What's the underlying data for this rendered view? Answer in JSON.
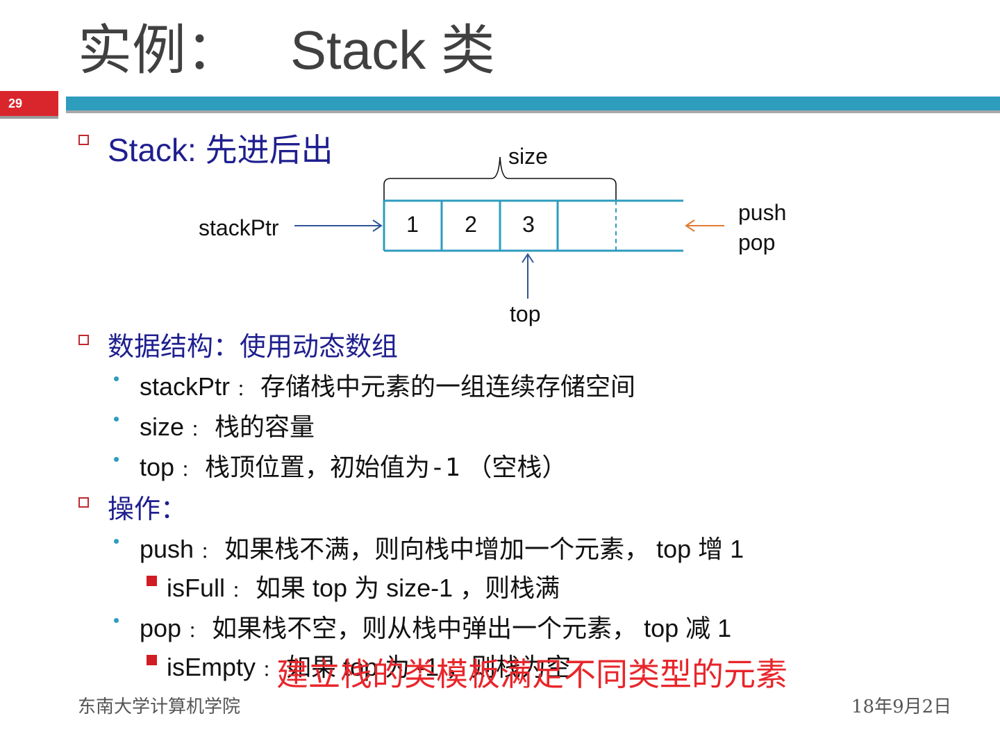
{
  "title": {
    "main": "实例：",
    "sub": "Stack 类"
  },
  "slide_number": "29",
  "heading": "Stack:  先进后出",
  "diagram": {
    "size_label": "size",
    "stackptr_label": "stackPtr",
    "cells": [
      "1",
      "2",
      "3",
      ""
    ],
    "push_label": "push",
    "pop_label": "pop",
    "top_label": "top"
  },
  "section_data": "数据结构：使用动态数组",
  "data_items": [
    {
      "term": "stackPtr ",
      "sep": "：",
      "desc": " 存储栈中元素的一组连续存储空间"
    },
    {
      "term": "size ",
      "sep": "：",
      "desc": " 栈的容量"
    },
    {
      "term": "top ",
      "sep": "：",
      "desc": "   栈顶位置，初始值为",
      "code": "-1",
      "after": " （空栈）"
    }
  ],
  "section_ops": "操作：",
  "push_item": {
    "term": "push ",
    "sep": "：",
    "desc": " 如果栈不满，则向栈中增加一个元素，  top 增 1"
  },
  "isfull_item": {
    "term": "isFull ",
    "sep": "：",
    "desc": " 如果 top 为 size-1 ，则栈满"
  },
  "pop_item": {
    "term": "pop ",
    "sep": "：",
    "desc": "   如果栈不空，则从栈中弹出一个元素，  top 减 1"
  },
  "isempty_item": {
    "term": "isEmpty ",
    "sep": "：",
    "desc": " 如果 top 为 -1 ，则栈为空"
  },
  "overlay_text": "建立栈的类模板满足不同类型的元素",
  "footer_left": "东南大学计算机学院",
  "footer_right": "18年9月2日",
  "colors": {
    "accent_teal": "#2e9cbd",
    "slide_num_red": "#d9262c",
    "heading_blue": "#1f1f8f",
    "overlay_red": "#e8262b",
    "push_arrow": "#e07a30"
  }
}
